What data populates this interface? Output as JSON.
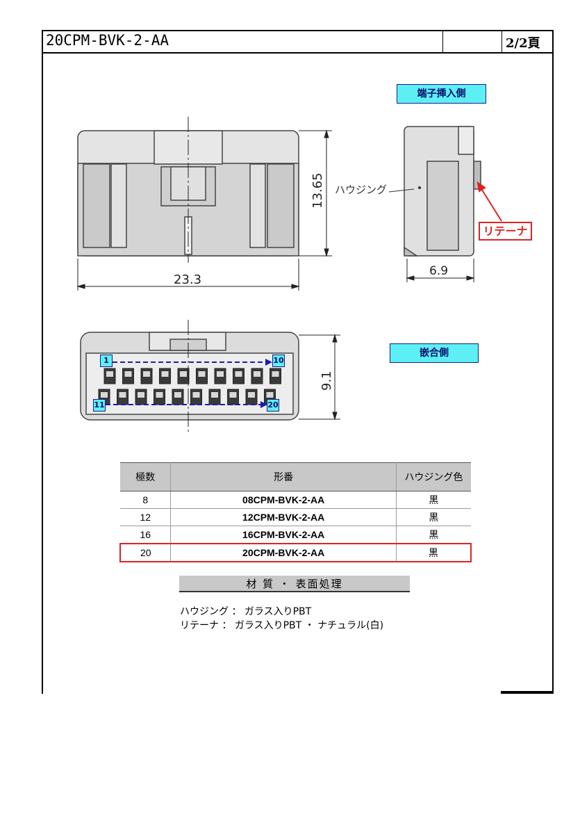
{
  "header": {
    "title": "20CPM-BVK-2-AA",
    "page": "2/2頁"
  },
  "drawing": {
    "insert_side_label": "端子挿入側",
    "mating_side_label": "嵌合側",
    "housing_callout": "ハウジング",
    "retainer_label": "リテーナ",
    "dim_width": "23.3",
    "dim_height_front": "13.65",
    "dim_depth": "6.9",
    "dim_height_mating": "9.1",
    "pin_labels": [
      "1",
      "10",
      "11",
      "20"
    ]
  },
  "table": {
    "headers": [
      "極数",
      "形番",
      "ハウジング色"
    ],
    "rows": [
      {
        "poles": "8",
        "part": "08CPM-BVK-2-AA",
        "color": "黒"
      },
      {
        "poles": "12",
        "part": "12CPM-BVK-2-AA",
        "color": "黒"
      },
      {
        "poles": "16",
        "part": "16CPM-BVK-2-AA",
        "color": "黒"
      },
      {
        "poles": "20",
        "part": "20CPM-BVK-2-AA",
        "color": "黒"
      }
    ],
    "highlight_color": "#dd2222"
  },
  "materials": {
    "header": "材 質 ・ 表面処理",
    "lines": [
      "ハウジング ： ガラス入りPBT",
      "リテーナ ： ガラス入りPBT ・ ナチュラル(白)"
    ]
  },
  "colors": {
    "tag_fill": "#5cf0f5",
    "retainer_red": "#dd2222",
    "table_header": "#c8c8c8"
  }
}
